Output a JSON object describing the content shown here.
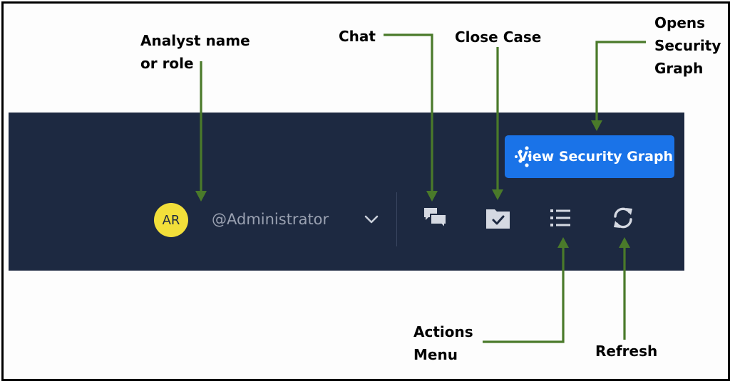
{
  "annotations": {
    "analyst": [
      "Analyst name",
      "or role"
    ],
    "chat": "Chat",
    "close_case": "Close Case",
    "opens_graph": [
      "Opens",
      "Security",
      "Graph"
    ],
    "actions_menu": [
      "Actions",
      "Menu"
    ],
    "refresh": "Refresh"
  },
  "toolbar": {
    "graph_button_label": "View Security Graph",
    "avatar_initials": "AR",
    "user_name": "@Administrator",
    "icons": [
      "chat-icon",
      "close-case-icon",
      "actions-menu-icon",
      "refresh-icon",
      "chevron-down-icon",
      "security-graph-icon"
    ]
  },
  "colors": {
    "toolbar_bg": "#1d2941",
    "button_blue": "#1a73e8",
    "avatar_yellow": "#f2df3a",
    "arrow_green": "#4a7a2a",
    "icon_gray": "#d5d9e2"
  }
}
